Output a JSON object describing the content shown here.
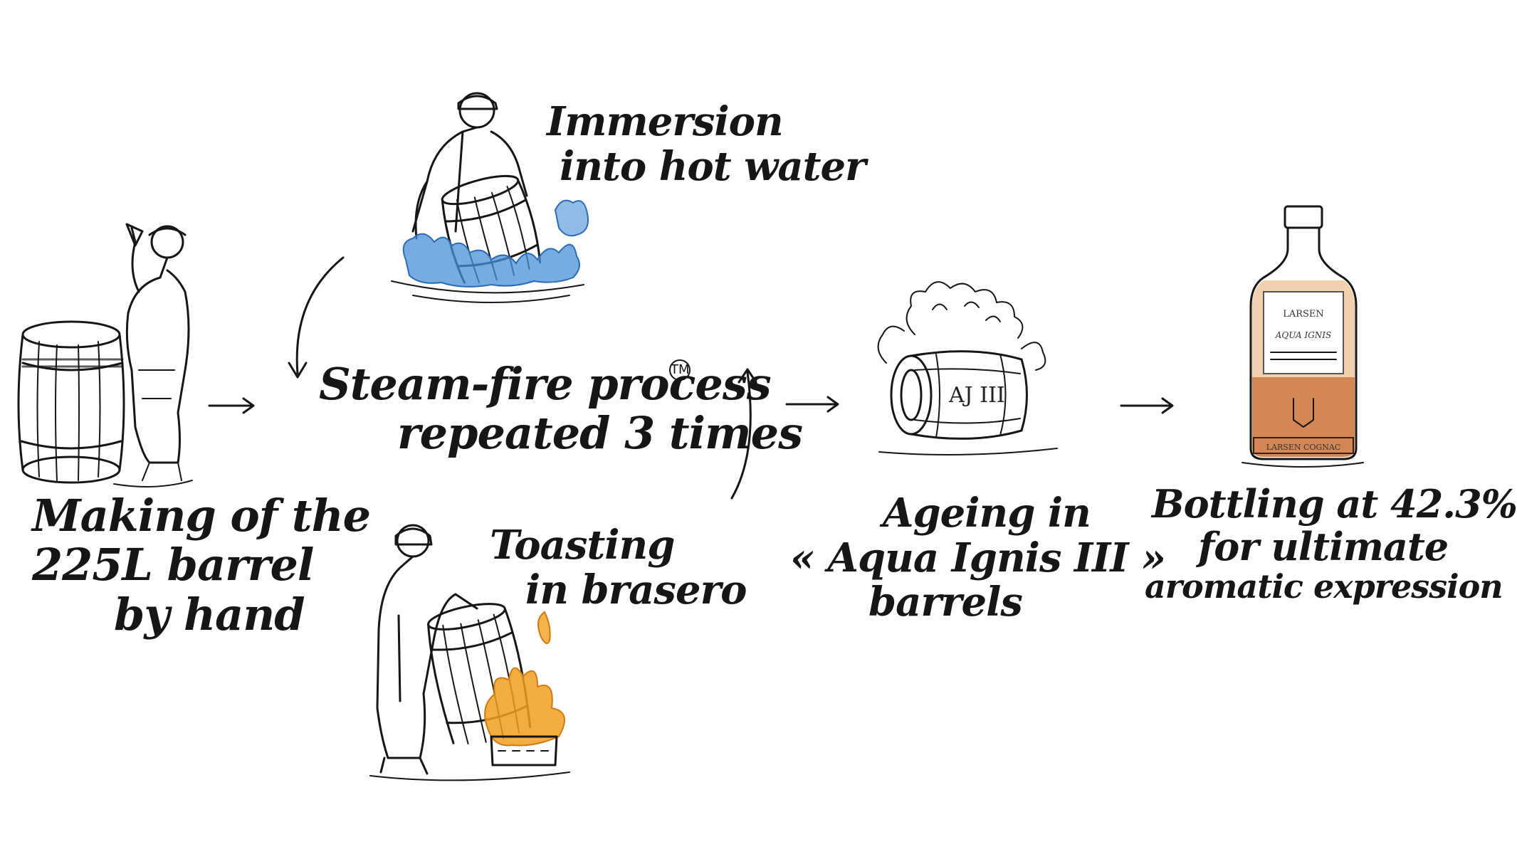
{
  "steps": {
    "making": {
      "line1": "Making of the",
      "line2": "225L barrel",
      "line3": "by hand"
    },
    "immersion": {
      "line1": "Immersion",
      "line2": "into hot water"
    },
    "steam": {
      "line1": "Steam-fire process",
      "line2": "repeated 3 times",
      "trademark": "TM"
    },
    "toasting": {
      "line1": "Toasting",
      "line2": "in brasero"
    },
    "ageing": {
      "line1": "Ageing in",
      "line2": "« Aqua Ignis III »",
      "line3": "barrels"
    },
    "bottling": {
      "line1": "Bottling at 42.3%",
      "line2": "for ultimate",
      "line3": "aromatic expression"
    }
  },
  "illustrations": {
    "barrel_marking": "AJ III",
    "bottle_brand": "LARSEN",
    "bottle_name": "AQUA IGNIS",
    "bottle_base": "LARSEN COGNAC"
  },
  "colors": {
    "ink": "#161616",
    "water": "#4a90d9",
    "fire": "#f0a020",
    "cognac": "#c8692a"
  }
}
